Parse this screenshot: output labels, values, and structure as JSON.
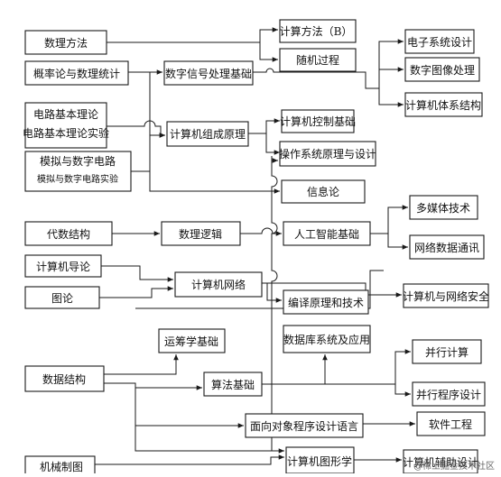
{
  "nodes": {
    "shuli": [
      "数理方法"
    ],
    "gailv": [
      "概率论与数理统计"
    ],
    "dianlu": [
      "电路基本理论",
      "电路基本理论实验"
    ],
    "moni": [
      "模拟与数字电路",
      "模拟与数字电路实验"
    ],
    "daishu": [
      "代数结构"
    ],
    "daolun": [
      "计算机导论"
    ],
    "tulun": [
      "图论"
    ],
    "shuju": [
      "数据结构"
    ],
    "jixie": [
      "机械制图"
    ],
    "shuzixinhao": [
      "数字信号处理基础"
    ],
    "zucheng": [
      "计算机组成原理"
    ],
    "luoji": [
      "数理逻辑"
    ],
    "wangluo": [
      "计算机网络"
    ],
    "yunchou": [
      "运筹学基础"
    ],
    "suanfa": [
      "算法基础"
    ],
    "mianxiang": [
      "面向对象程序设计语言"
    ],
    "tuxing": [
      "计算机图形学"
    ],
    "jisuanB": [
      "计算方法（B）"
    ],
    "suiji": [
      "随机过程"
    ],
    "kongzhi": [
      "计算机控制基础"
    ],
    "caozuo": [
      "操作系统原理与设计"
    ],
    "xinxi": [
      "信息论"
    ],
    "rengong": [
      "人工智能基础"
    ],
    "bianyi": [
      "编译原理和技术"
    ],
    "shujuku": [
      "数据库系统及应用"
    ],
    "dianzi": [
      "电子系统设计"
    ],
    "tuxiang": [
      "数字图像处理"
    ],
    "tixi": [
      "计算机体系结构"
    ],
    "duomeiti": [
      "多媒体技术"
    ],
    "tongxun": [
      "网络数据通讯"
    ],
    "anquan": [
      "计算机与网络安全"
    ],
    "bingxing": [
      "并行计算"
    ],
    "bxsheji": [
      "并行程序设计"
    ],
    "ruanjian": [
      "软件工程"
    ],
    "fuzhu": [
      "计算机辅助设计"
    ]
  },
  "watermark": "@稀土掘金技术社区"
}
